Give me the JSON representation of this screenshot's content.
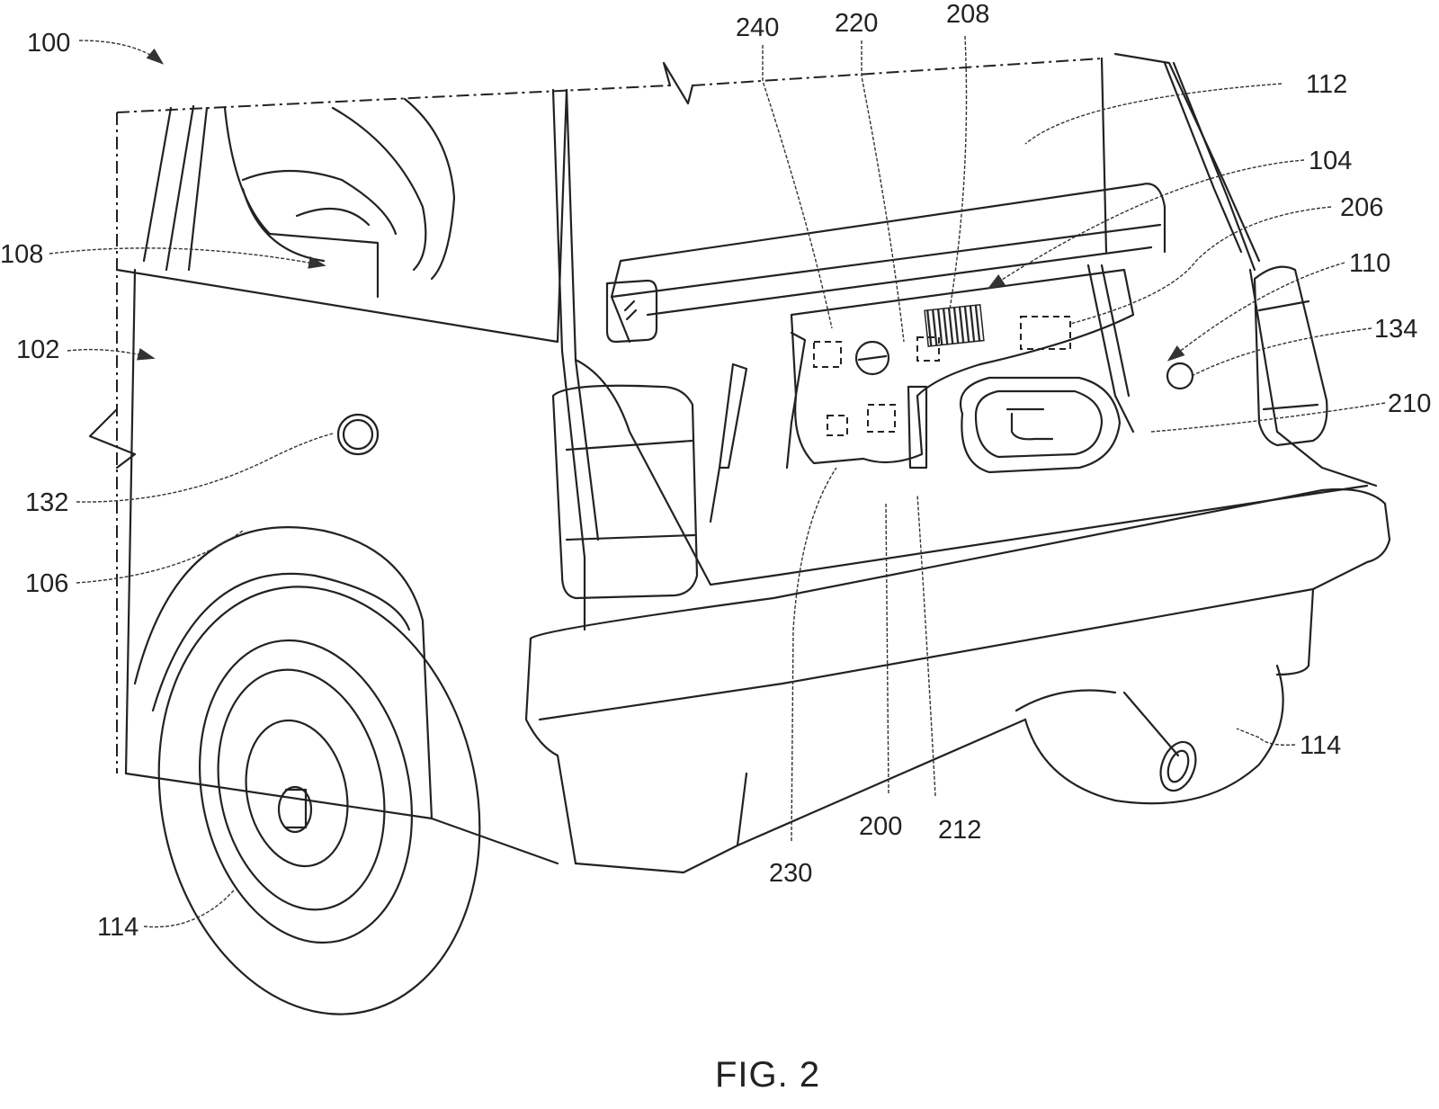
{
  "figure": {
    "caption": "FIG. 2",
    "subject": "vehicle rear with open liftgate and cargo-area module"
  },
  "reference_numerals": {
    "n100": "100",
    "n102": "102",
    "n104": "104",
    "n106": "106",
    "n108": "108",
    "n110": "110",
    "n112": "112",
    "n114_left": "114",
    "n114_right": "114",
    "n132": "132",
    "n134": "134",
    "n200": "200",
    "n206": "206",
    "n208": "208",
    "n210": "210",
    "n212": "212",
    "n220": "220",
    "n230": "230",
    "n240": "240"
  }
}
